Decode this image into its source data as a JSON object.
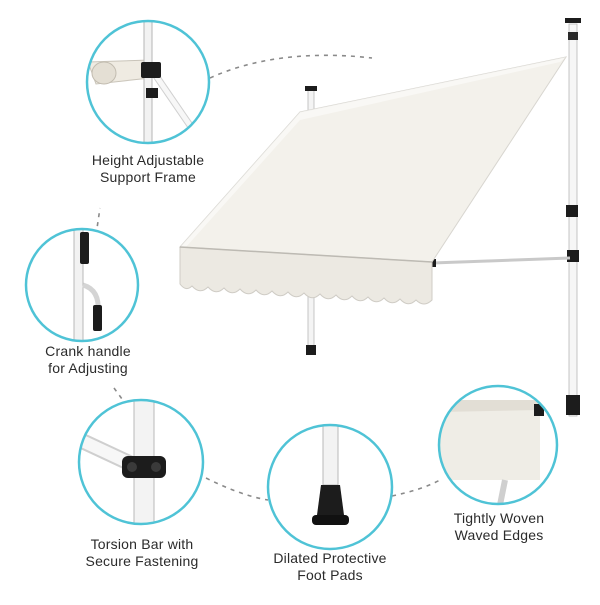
{
  "colors": {
    "accent": "#4fc3d6",
    "canopy": "#f1efe9",
    "frame": "#ffffff",
    "hardware": "#1c1c1c",
    "dashed_line": "#8a8a8a"
  },
  "callouts": [
    {
      "icon": "height-adjustable-frame-icon",
      "line1": "Height Adjustable",
      "line2": "Support Frame"
    },
    {
      "icon": "crank-handle-icon",
      "line1": "Crank handle",
      "line2": "for Adjusting"
    },
    {
      "icon": "torsion-bar-icon",
      "line1": "Torsion Bar with",
      "line2": "Secure Fastening"
    },
    {
      "icon": "foot-pad-icon",
      "line1": "Dilated Protective",
      "line2": "Foot Pads"
    },
    {
      "icon": "waved-edges-icon",
      "line1": "Tightly Woven",
      "line2": "Waved Edges"
    }
  ]
}
